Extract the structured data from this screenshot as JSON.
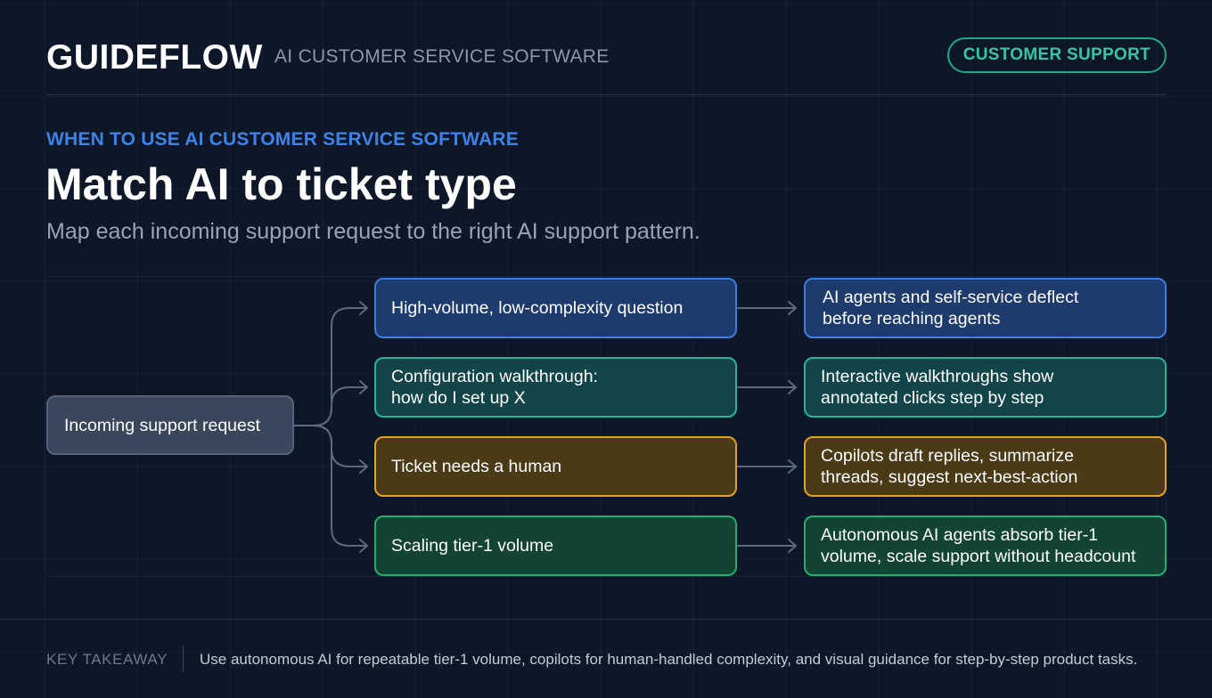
{
  "header": {
    "brand": "GUIDEFLOW",
    "brand_subtitle": "AI CUSTOMER SERVICE SOFTWARE",
    "badge": "CUSTOMER SUPPORT"
  },
  "hero": {
    "eyebrow": "WHEN TO USE AI CUSTOMER SERVICE SOFTWARE",
    "title": "Match AI to ticket type",
    "subtitle": "Map each incoming support request to the right AI support pattern."
  },
  "flow": {
    "source": "Incoming support request",
    "rows": [
      {
        "ticket": [
          "High-volume, low-complexity question"
        ],
        "pattern": [
          "AI agents and self-service deflect",
          "before reaching agents"
        ],
        "color": "#3d7ee3"
      },
      {
        "ticket": [
          "Configuration walkthrough:",
          "how do I set up X"
        ],
        "pattern": [
          "Interactive walkthroughs show",
          "annotated clicks step by step"
        ],
        "color": "#27b59a"
      },
      {
        "ticket": [
          "Ticket needs a human"
        ],
        "pattern": [
          "Copilots draft replies, summarize",
          "threads, suggest next-best-action"
        ],
        "color": "#e3a126"
      },
      {
        "ticket": [
          "Scaling tier-1 volume"
        ],
        "pattern": [
          "Autonomous AI agents absorb tier-1",
          "volume, scale support without headcount"
        ],
        "color": "#27ad6f"
      }
    ]
  },
  "footer": {
    "label": "KEY TAKEAWAY",
    "text": "Use autonomous AI for repeatable tier-1 volume, copilots for human-handled complexity, and visual guidance for step-by-step product tasks."
  }
}
